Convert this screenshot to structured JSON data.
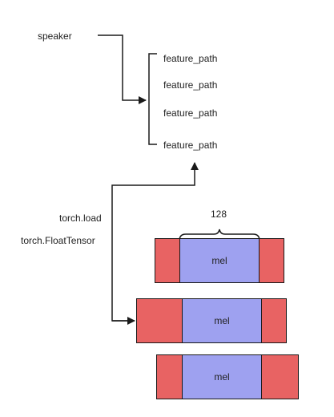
{
  "labels": {
    "speaker": "speaker",
    "torch_load": "torch.load",
    "torch_float_tensor": "torch.FloatTensor",
    "width_label": "128"
  },
  "feature_paths": [
    "feature_path",
    "feature_path",
    "feature_path",
    "feature_path"
  ],
  "mel_blocks": [
    {
      "label": "mel"
    },
    {
      "label": "mel"
    },
    {
      "label": "mel"
    }
  ],
  "colors": {
    "pad": "#e86363",
    "mel": "#9ea1f0",
    "line": "#1a1a1a"
  }
}
